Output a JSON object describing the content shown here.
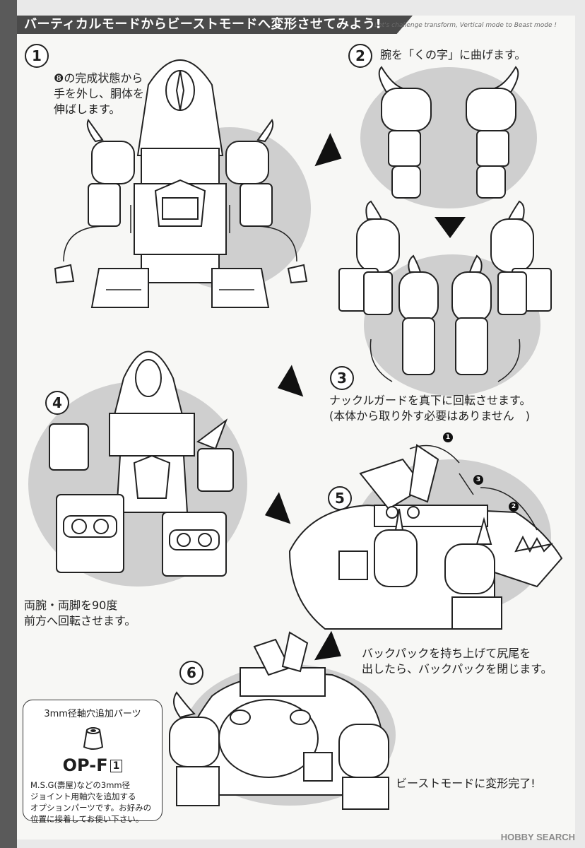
{
  "header": {
    "title": "バーティカルモードからビーストモードへ変形させてみよう!",
    "subtitle": "Let's challenge transform, Vertical mode to Beast mode !"
  },
  "steps": [
    {
      "number": "1",
      "text": "❽の完成状態から\n手を外し、胴体を\n伸ばします。"
    },
    {
      "number": "2",
      "text": "腕を「くの字」に曲げます。"
    },
    {
      "number": "3",
      "text": "ナックルガードを真下に回転させます。\n(本体から取り外す必要はありません　)"
    },
    {
      "number": "4",
      "text": "両腕・両脚を90度\n前方へ回転させます。"
    },
    {
      "number": "5",
      "text": "バックパックを持ち上げて尻尾を\n出したら、バックパックを閉じます。"
    },
    {
      "number": "6",
      "text": "ビーストモードに変形完了!"
    }
  ],
  "step5_markers": [
    "1",
    "3",
    "2"
  ],
  "option_part": {
    "title": "3mm径軸穴追加パーツ",
    "code": "OP-F",
    "count": "1",
    "description": "M.S.G(壽屋)などの3mm径\nジョイント用軸穴を追加する\nオプションパーツです。お好みの\n位置に接着してお使い下さい。"
  },
  "watermark": "HOBBY SEARCH",
  "colors": {
    "accent": "#4a4a4a",
    "blob": "#cfcfcf",
    "ink": "#1e1e1e"
  }
}
